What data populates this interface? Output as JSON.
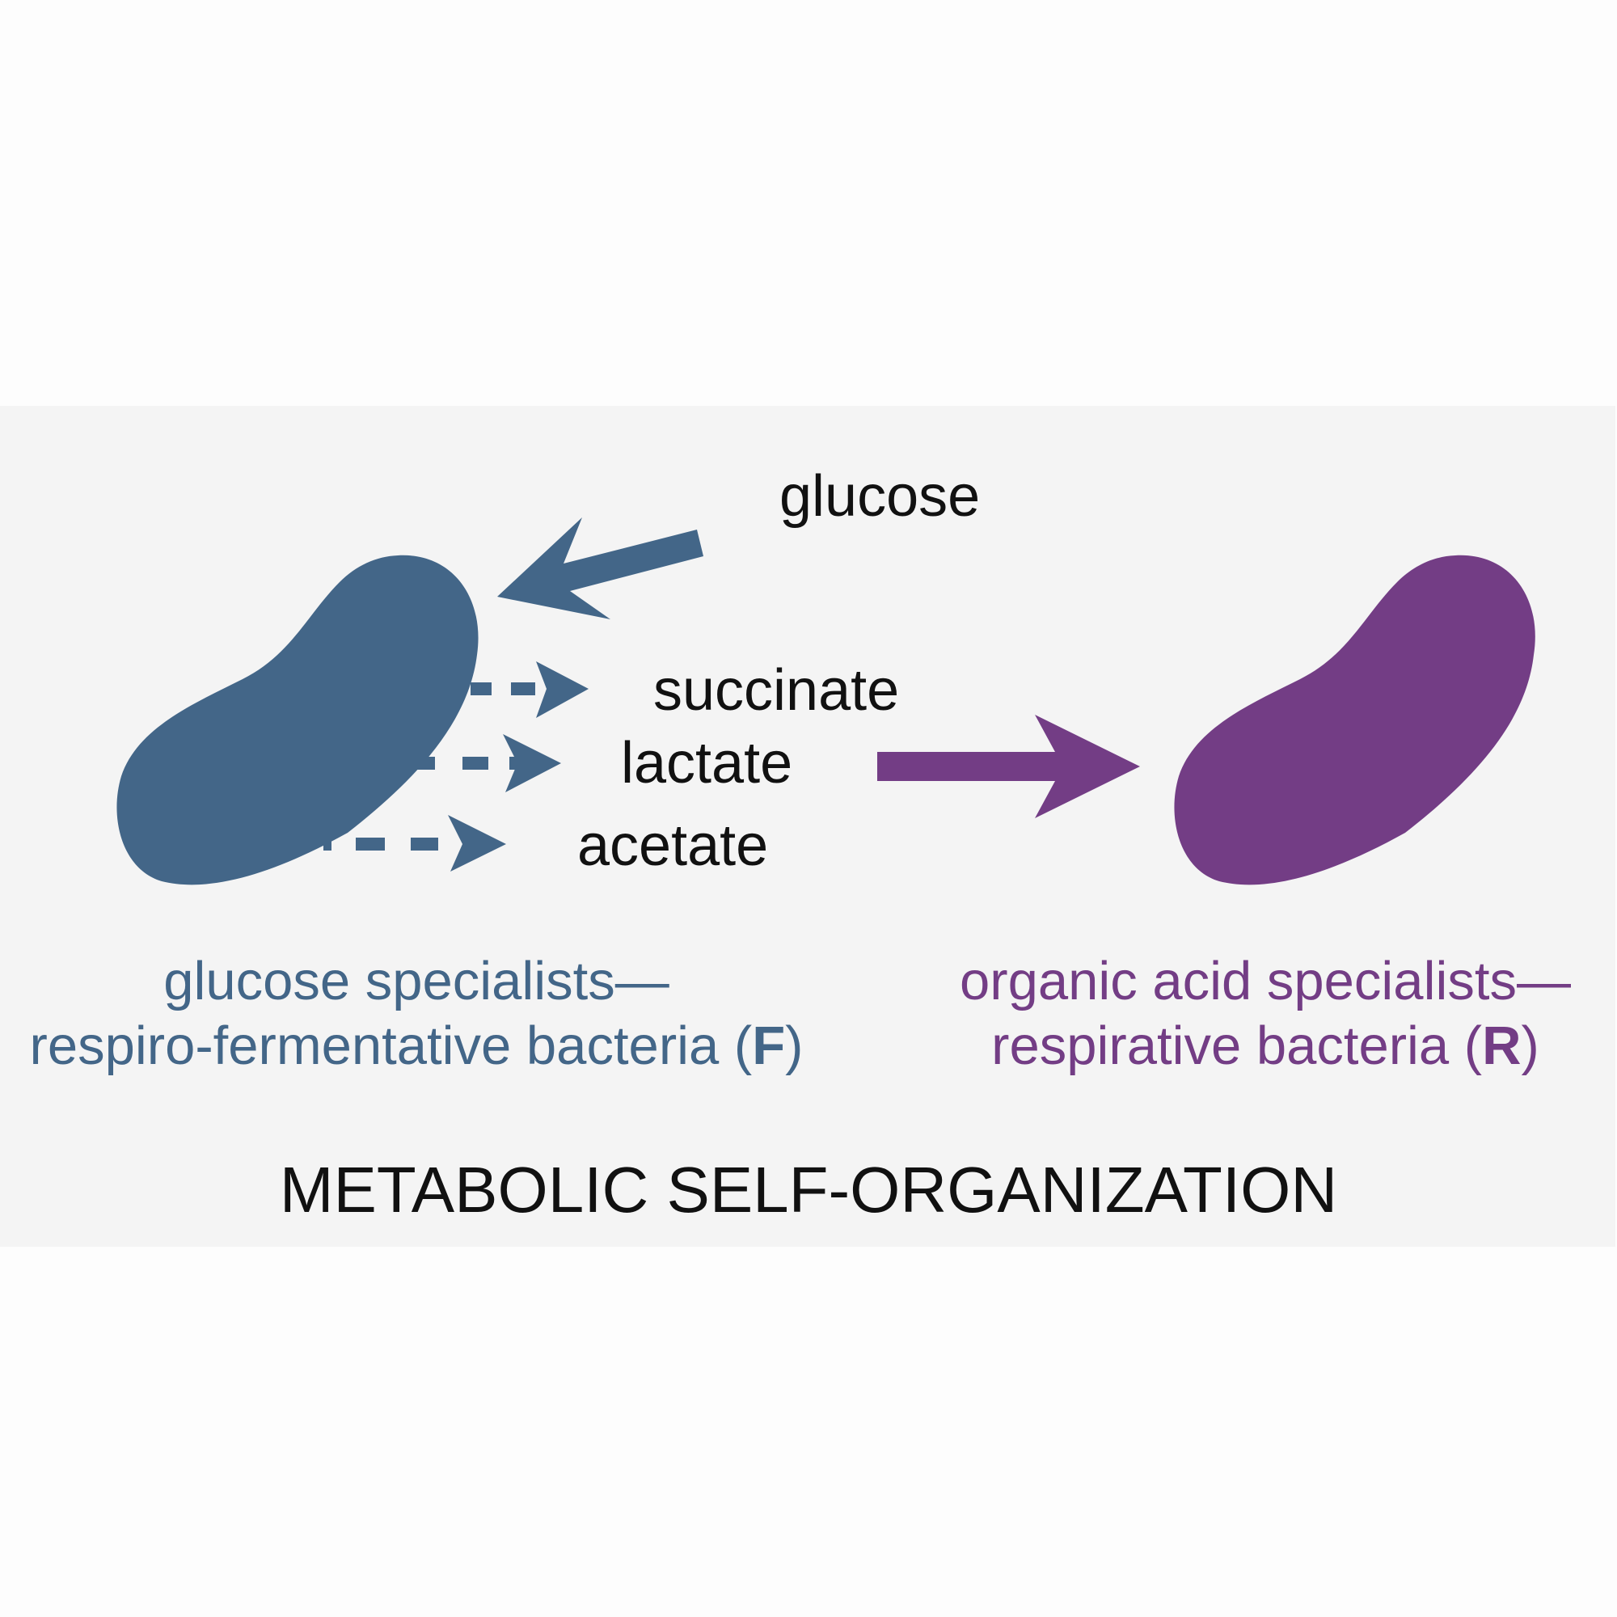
{
  "colors": {
    "glucose_specialist": "#436688",
    "acid_specialist": "#733d85",
    "panel_background": "#f4f4f4",
    "page_background": "#fdfdfd",
    "text": "#111111"
  },
  "diagram": {
    "title": "METABOLIC SELF-ORGANIZATION",
    "metabolites": {
      "input": "glucose",
      "products": [
        "succinate",
        "lactate",
        "acetate"
      ]
    },
    "glucose_specialists": {
      "line1": "glucose specialists—",
      "line2_text": "respiro-fermentative bacteria (",
      "code": "F",
      "line2_close": ")",
      "icon": "bacterium-icon"
    },
    "acid_specialists": {
      "line1": "organic acid specialists—",
      "line2_text": "respirative bacteria (",
      "code": "R",
      "line2_close": ")",
      "icon": "bacterium-icon"
    }
  }
}
